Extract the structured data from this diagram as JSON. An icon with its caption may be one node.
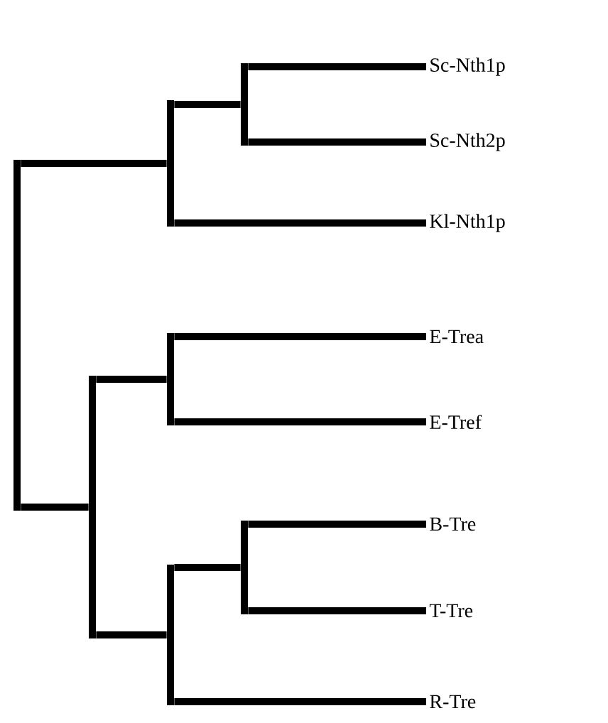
{
  "diagram": {
    "nodes": [
      {
        "text": [],
        "shape": "bar"
      },
      {
        "text": [],
        "shape": "bar"
      },
      {
        "text": [],
        "shape": "bar"
      },
      {
        "text": [
          "Sc-Nth1p"
        ]
      },
      {
        "text": [
          "Sc-Nth2p"
        ]
      },
      {
        "text": [
          "Kl-Nth1p"
        ]
      },
      {
        "text": [],
        "shape": "bar"
      },
      {
        "text": [],
        "shape": "bar"
      },
      {
        "text": [
          "E-Trea"
        ]
      },
      {
        "text": [
          "E-Tref"
        ]
      },
      {
        "text": [],
        "shape": "bar"
      },
      {
        "text": [],
        "shape": "bar"
      },
      {
        "text": [
          "B-Tre"
        ]
      },
      {
        "text": [
          "T-Tre"
        ]
      },
      {
        "text": [
          "R-Tre"
        ]
      }
    ],
    "edges": [
      {
        "from": 0,
        "to": 1,
        "arrow": "none"
      },
      {
        "from": 0,
        "to": 6,
        "arrow": "none"
      },
      {
        "from": 1,
        "to": 2,
        "arrow": "none"
      },
      {
        "from": 1,
        "to": 5,
        "arrow": "none"
      },
      {
        "from": 2,
        "to": 3,
        "arrow": "none"
      },
      {
        "from": 2,
        "to": 4,
        "arrow": "none"
      },
      {
        "from": 6,
        "to": 7,
        "arrow": "none"
      },
      {
        "from": 6,
        "to": 10,
        "arrow": "none"
      },
      {
        "from": 7,
        "to": 8,
        "arrow": "none"
      },
      {
        "from": 7,
        "to": 9,
        "arrow": "none"
      },
      {
        "from": 10,
        "to": 11,
        "arrow": "none"
      },
      {
        "from": 10,
        "to": 14,
        "arrow": "none"
      },
      {
        "from": 11,
        "to": 12,
        "arrow": "none"
      },
      {
        "from": 11,
        "to": 13,
        "arrow": "none"
      }
    ]
  }
}
